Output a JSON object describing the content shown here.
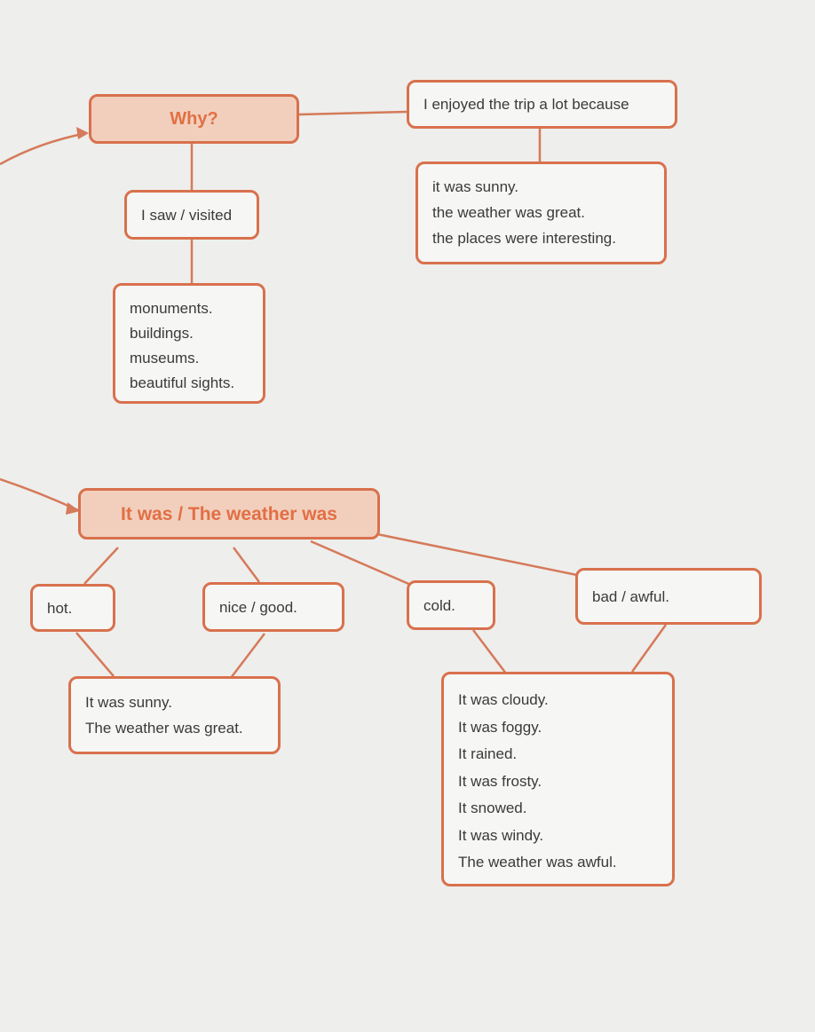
{
  "top": {
    "why_label": "Why?",
    "because_label": "I enjoyed the trip a lot because",
    "visited_label": "I saw / visited",
    "visited_items": [
      "monuments.",
      "buildings.",
      "museums.",
      "beautiful sights."
    ],
    "reasons": [
      "it was sunny.",
      "the weather was great.",
      "the places were interesting."
    ]
  },
  "weather": {
    "heading": "It was / The weather was",
    "options": [
      "hot.",
      "nice / good.",
      "cold.",
      "bad / awful."
    ],
    "good_examples": [
      "It was sunny.",
      "The weather was great."
    ],
    "bad_examples": [
      "It was cloudy.",
      "It was foggy.",
      "It rained.",
      "It was frosty.",
      "It snowed.",
      "It was windy.",
      "The weather was awful."
    ]
  },
  "colors": {
    "accent": "#d8714d",
    "heading_fill": "#f2cfbd",
    "heading_text": "#e16f44"
  }
}
